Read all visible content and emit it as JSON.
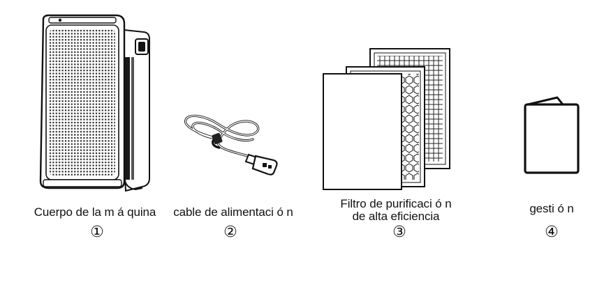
{
  "items": [
    {
      "label": "Cuerpo de la m á quina",
      "number": "①"
    },
    {
      "label": "cable de alimentaci ó n",
      "number": "②"
    },
    {
      "label_lines": [
        "Filtro de purificaci ó n",
        "de alta eficiencia"
      ],
      "number": "③"
    },
    {
      "label": "gesti ó n",
      "number": "④"
    }
  ]
}
